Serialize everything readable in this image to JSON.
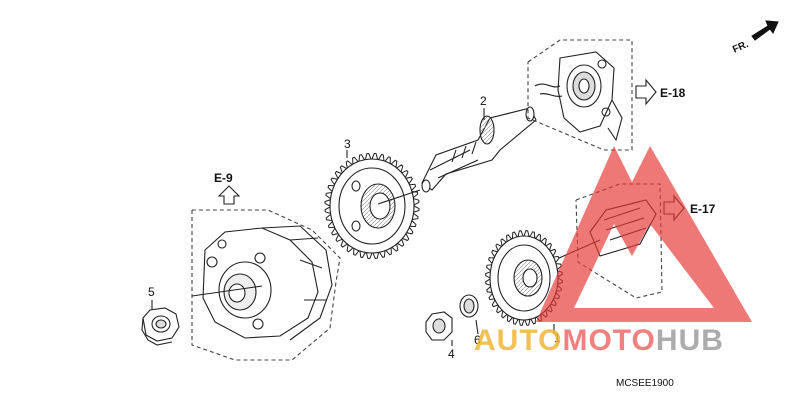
{
  "diagram": {
    "part_labels": [
      "1",
      "2",
      "3",
      "4",
      "5",
      "6"
    ],
    "refs": {
      "e9": "E-9",
      "e17": "E-17",
      "e18": "E-18"
    },
    "front_marker": "FR.",
    "drawing_code": "MCSEE1900",
    "colors": {
      "line": "#222222",
      "dash": "#444444",
      "shade": "#cccccc"
    }
  },
  "watermark": {
    "text_part1": "AUTO",
    "text_part2": "MOTO",
    "text_part3": "HUB",
    "colors": {
      "triangle": "#e53935",
      "auto": "#f2b637",
      "moto": "#ef6b6b",
      "hub": "#9e9e9e"
    }
  }
}
